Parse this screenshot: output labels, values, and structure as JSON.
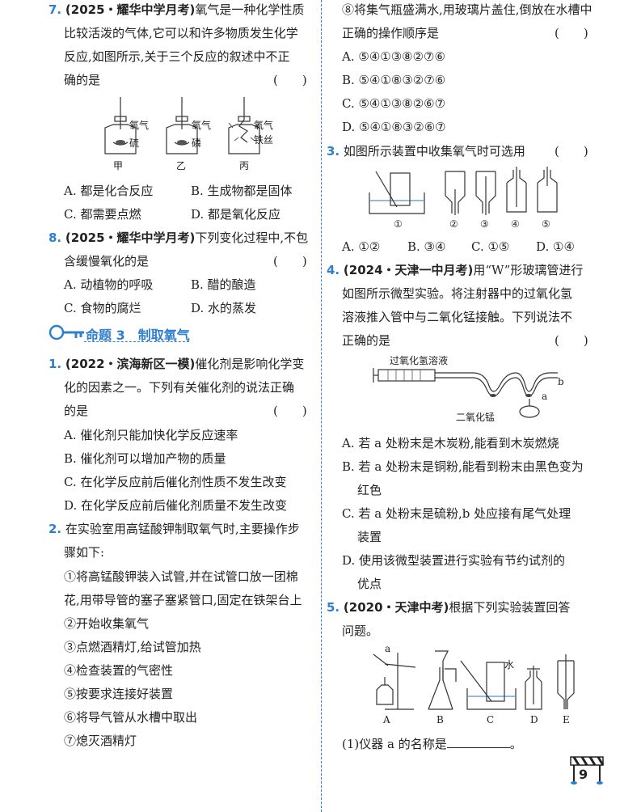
{
  "q7": {
    "num": "7.",
    "source": "(2025・耀华中学月考)",
    "lines": [
      "氧气是一种化学性质",
      "比较活泼的气体,它可以和许多物质发生化学",
      "反应,如图所示,关于三个反应的叙述中不正",
      "确的是"
    ],
    "paren": "(　　)",
    "figure": {
      "labels": [
        "氧气",
        "硫",
        "氧气",
        "磷",
        "氧气",
        "铁丝"
      ],
      "captions": [
        "甲",
        "乙",
        "丙"
      ]
    },
    "options": [
      "A. 都是化合反应",
      "B. 生成物都是固体",
      "C. 都需要点燃",
      "D. 都是氧化反应"
    ]
  },
  "q8": {
    "num": "8.",
    "source": "(2025・耀华中学月考)",
    "lines": [
      "下列变化过程中,不包",
      "含缓慢氧化的是"
    ],
    "paren": "(　　)",
    "options": [
      "A. 动植物的呼吸",
      "B. 醋的酿造",
      "C. 食物的腐烂",
      "D. 水的蒸发"
    ]
  },
  "topic": {
    "title": "命题 3　制取氧气"
  },
  "q1": {
    "num": "1.",
    "source": "(2022・滨海新区一模)",
    "lines": [
      "催化剂是影响化学变",
      "化的因素之一。下列有关催化剂的说法正确",
      "的是"
    ],
    "paren": "(　　)",
    "options": [
      "A. 催化剂只能加快化学反应速率",
      "B. 催化剂可以增加产物的质量",
      "C. 在化学反应前后催化剂性质不发生改变",
      "D. 在化学反应前后催化剂质量不发生改变"
    ]
  },
  "q2": {
    "num": "2.",
    "lines": [
      "在实验室用高锰酸钾制取氧气时,主要操作步",
      "骤如下:"
    ],
    "steps": [
      "①将高锰酸钾装入试管,并在试管口放一团棉",
      "花,用带导管的塞子塞紧管口,固定在铁架台上",
      "②开始收集氧气",
      "③点燃酒精灯,给试管加热",
      "④检查装置的气密性",
      "⑤按要求连接好装置",
      "⑥将导气管从水槽中取出",
      "⑦熄灭酒精灯"
    ],
    "steps_cont": [
      "⑧将集气瓶盛满水,用玻璃片盖住,倒放在水槽中",
      "正确的操作顺序是"
    ],
    "paren": "(　　)",
    "options": [
      "A. ⑤④①③⑧②⑦⑥",
      "B. ⑤④①⑧③②⑦⑥",
      "C. ⑤④①③⑧②⑥⑦",
      "D. ⑤④①⑧③②⑥⑦"
    ]
  },
  "q3": {
    "num": "3.",
    "lines": [
      "如图所示装置中收集氧气时可选用"
    ],
    "paren": "(　　)",
    "figure": {
      "labels": [
        "①",
        "②",
        "③",
        "④",
        "⑤"
      ]
    },
    "options": [
      "A. ①②",
      "B. ③④",
      "C. ①⑤",
      "D. ①④"
    ]
  },
  "q4": {
    "num": "4.",
    "source": "(2024・天津一中月考)",
    "lines": [
      "用“W”形玻璃管进行",
      "如图所示微型实验。将注射器中的过氧化氢",
      "溶液推入管中与二氧化锰接触。下列说法不",
      "正确的是"
    ],
    "paren": "(　　)",
    "figure": {
      "labels": [
        "过氧化氢溶液",
        "b",
        "a",
        "二氧化锰"
      ]
    },
    "options": [
      "A. 若 a 处粉末是木炭粉,能看到木炭燃烧",
      "B. 若 a 处粉末是铜粉,能看到粉末由黑色变为",
      "红色",
      "C. 若 a 处粉末是硫粉,b 处应接有尾气处理",
      "装置",
      "D. 使用该微型装置进行实验有节约试剂的",
      "优点"
    ]
  },
  "q5": {
    "num": "5.",
    "source": "(2020・天津中考)",
    "lines": [
      "根据下列实验装置回答",
      "问题。"
    ],
    "figure": {
      "labels": [
        "a",
        "水",
        "A",
        "B",
        "C",
        "D",
        "E"
      ]
    },
    "sub1_before": "(1)仪器 a 的名称是",
    "sub1_after": "。"
  },
  "page": {
    "number": "9"
  }
}
